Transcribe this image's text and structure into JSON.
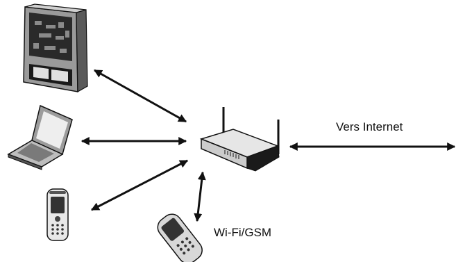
{
  "labels": {
    "internet": "Vers Internet",
    "wireless": "Wi-Fi/GSM"
  },
  "devices": [
    {
      "name": "tv",
      "icon": "tv-icon"
    },
    {
      "name": "laptop",
      "icon": "laptop-icon"
    },
    {
      "name": "mobile-phone",
      "icon": "phone-icon"
    },
    {
      "name": "smartphone",
      "icon": "smartphone-icon"
    },
    {
      "name": "router",
      "icon": "router-icon"
    }
  ],
  "colors": {
    "line": "#111111",
    "device_gray": "#bdbdbd",
    "device_dark": "#1a1a1a"
  }
}
